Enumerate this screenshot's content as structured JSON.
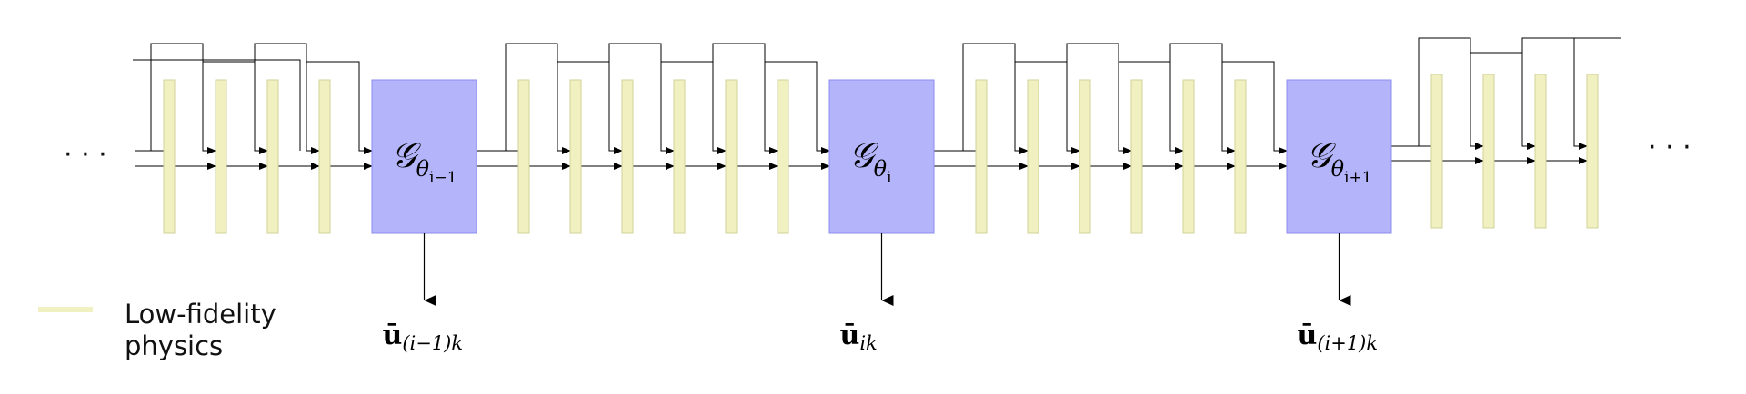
{
  "colors": {
    "lowfi_fill": "#f0f0c0",
    "lowfi_stroke": "#d2d29a",
    "gen_fill": "#b4b4fa",
    "gen_stroke": "#8c8cee",
    "line": "#000000"
  },
  "ellipsis_left": "· · ·",
  "ellipsis_right": "· · ·",
  "generators": [
    {
      "sym": "𝒢",
      "sub": "θ",
      "subsub": "i−1",
      "output": {
        "base": "ū",
        "sub": "(i−1)k"
      }
    },
    {
      "sym": "𝒢",
      "sub": "θ",
      "subsub": "i",
      "output": {
        "base": "ū",
        "sub": "ik"
      }
    },
    {
      "sym": "𝒢",
      "sub": "θ",
      "subsub": "i+1",
      "output": {
        "base": "ū",
        "sub": "(i+1)k"
      }
    }
  ],
  "legend": {
    "line1": "Low-fidelity",
    "line2": "physics",
    "icon": "low-fidelity-swatch"
  }
}
